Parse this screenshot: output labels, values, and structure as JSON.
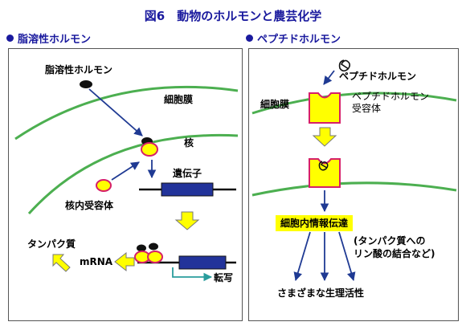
{
  "title": "図6　動物のホルモンと農芸化学",
  "left": {
    "heading": "脂溶性ホルモン",
    "labels": {
      "hormone": "脂溶性ホルモン",
      "membrane": "細胞膜",
      "nucleus": "核",
      "gene": "遺伝子",
      "receptor": "核内受容体",
      "protein": "タンパク質",
      "mrna": "mRNA",
      "transcription": "転写"
    }
  },
  "right": {
    "heading": "ペプチドホルモン",
    "labels": {
      "hormone": "ペプチドホルモン",
      "membrane": "細胞膜",
      "receptor_line1": "ペプチドホルモン",
      "receptor_line2": "受容体",
      "signal": "細胞内情報伝達",
      "note_line1": "(タンパク質への",
      "note_line2": "リン酸の結合など)",
      "result": "さまざまな生理活性"
    }
  },
  "colors": {
    "heading": "#1a1a9e",
    "membrane": "#4caf50",
    "arrow": "#1f3a93",
    "receptor": "#ffff00",
    "receptor_border": "#d61f69",
    "gene": "#22339a",
    "block_arrow": "#ffff00",
    "transcript": "#2a9d9d"
  }
}
